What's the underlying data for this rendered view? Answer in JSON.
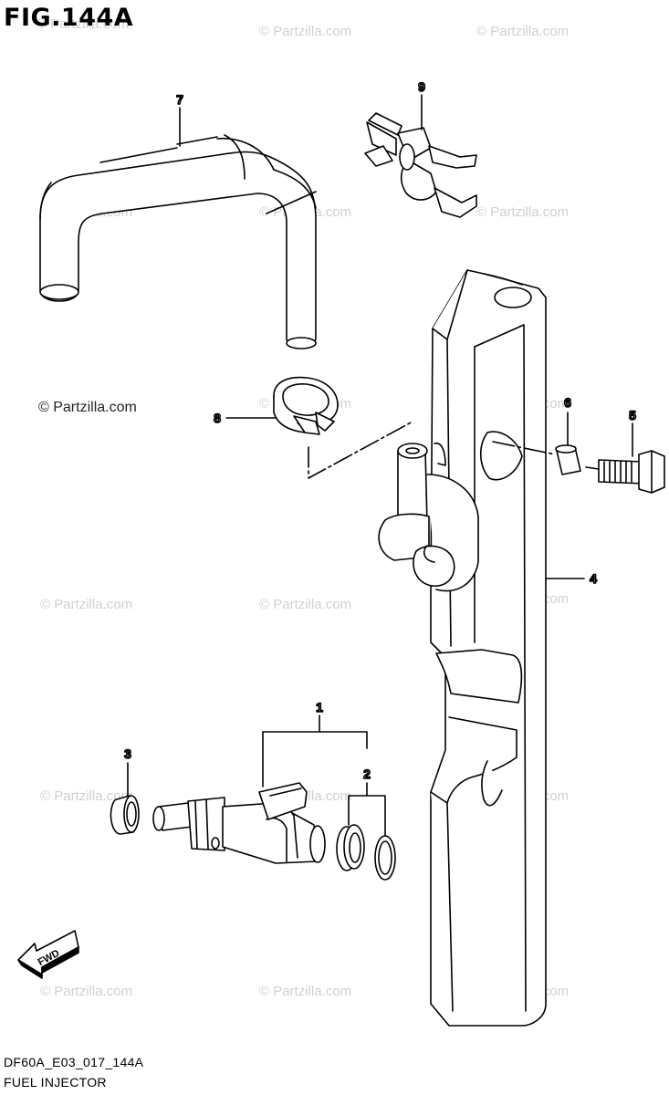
{
  "figure": {
    "title": "FIG.144A",
    "code": "DF60A_E03_017_144A",
    "name": "FUEL INJECTOR"
  },
  "watermark": {
    "text": "© Partzilla.com",
    "color": "#d0d0d0"
  },
  "callouts": [
    {
      "id": "1",
      "part": "injector"
    },
    {
      "id": "2",
      "part": "o-rings"
    },
    {
      "id": "3",
      "part": "cushion-ring"
    },
    {
      "id": "4",
      "part": "fuel-rail"
    },
    {
      "id": "5",
      "part": "bolt"
    },
    {
      "id": "6",
      "part": "collar"
    },
    {
      "id": "7",
      "part": "hose"
    },
    {
      "id": "8",
      "part": "hose-clip"
    },
    {
      "id": "9",
      "part": "clamp"
    }
  ],
  "fwd_arrow": {
    "label": "FWD"
  }
}
